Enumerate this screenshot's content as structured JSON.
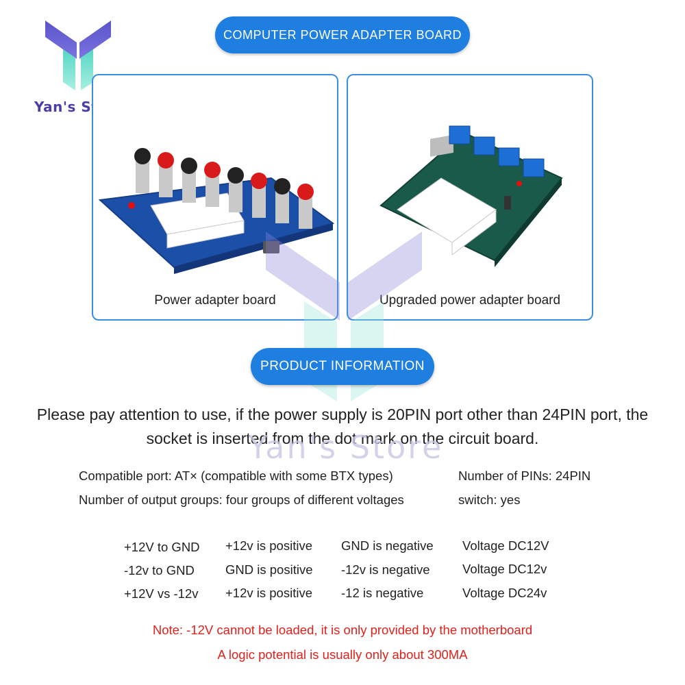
{
  "brand": {
    "name": "Yan's Store"
  },
  "header": {
    "title": "COMPUTER POWER ADAPTER BOARD"
  },
  "cards": [
    {
      "label": "Power adapter board"
    },
    {
      "label": "Upgraded power adapter board"
    }
  ],
  "info": {
    "title": "PRODUCT INFORMATION"
  },
  "notice": "Please pay attention to use, if the power supply is 20PIN port other than 24PIN port, the socket is inserted from the dot mark on the circuit board.",
  "specs": {
    "compatible_port": "Compatible port: AT× (compatible with some BTX types)",
    "pins": "Number of PINs: 24PIN",
    "output_groups": "Number of output groups: four groups of different voltages",
    "switch": "switch: yes"
  },
  "voltage_table": [
    [
      "+12V to GND",
      "+12v is positive",
      "GND is negative",
      "Voltage DC12V"
    ],
    [
      "-12v to GND",
      "GND is positive",
      "-12v is negative",
      "Voltage DC12v"
    ],
    [
      "+12V vs -12v",
      "+12v is positive",
      "-12 is negative",
      "Voltage DC24v"
    ]
  ],
  "notes": {
    "line1": "Note: -12V cannot be loaded, it is only provided by the motherboard",
    "line2": "A logic potential is usually only about 300MA"
  },
  "colors": {
    "accent": "#1e7fe0",
    "note": "#e0211c",
    "brand": "#4a3fa8"
  }
}
